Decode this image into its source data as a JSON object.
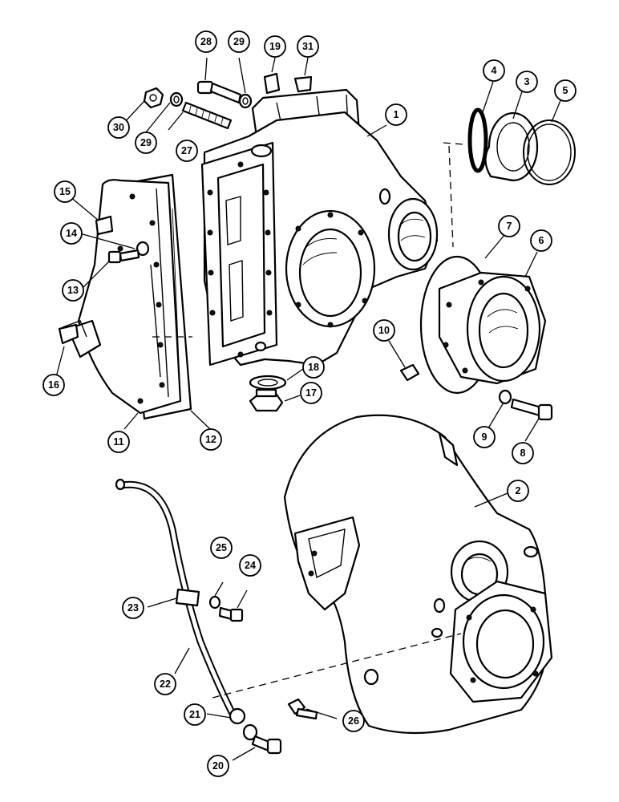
{
  "callouts": [
    {
      "id": "1",
      "label": "1"
    },
    {
      "id": "2",
      "label": "2"
    },
    {
      "id": "3",
      "label": "3"
    },
    {
      "id": "4",
      "label": "4"
    },
    {
      "id": "5",
      "label": "5"
    },
    {
      "id": "6",
      "label": "6"
    },
    {
      "id": "7",
      "label": "7"
    },
    {
      "id": "8",
      "label": "8"
    },
    {
      "id": "9",
      "label": "9"
    },
    {
      "id": "10",
      "label": "10"
    },
    {
      "id": "11",
      "label": "11"
    },
    {
      "id": "12",
      "label": "12"
    },
    {
      "id": "13",
      "label": "13"
    },
    {
      "id": "14",
      "label": "14"
    },
    {
      "id": "15",
      "label": "15"
    },
    {
      "id": "16",
      "label": "16"
    },
    {
      "id": "17",
      "label": "17"
    },
    {
      "id": "18",
      "label": "18"
    },
    {
      "id": "19",
      "label": "19"
    },
    {
      "id": "20",
      "label": "20"
    },
    {
      "id": "21",
      "label": "21"
    },
    {
      "id": "22",
      "label": "22"
    },
    {
      "id": "23",
      "label": "23"
    },
    {
      "id": "24",
      "label": "24"
    },
    {
      "id": "25",
      "label": "25"
    },
    {
      "id": "26",
      "label": "26"
    },
    {
      "id": "27",
      "label": "27"
    },
    {
      "id": "28",
      "label": "28"
    },
    {
      "id": "29a",
      "label": "29"
    },
    {
      "id": "29b",
      "label": "29"
    },
    {
      "id": "30",
      "label": "30"
    },
    {
      "id": "31",
      "label": "31"
    }
  ]
}
